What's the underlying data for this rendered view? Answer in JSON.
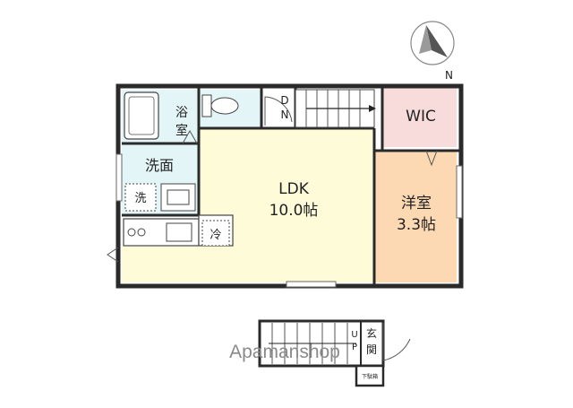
{
  "colors": {
    "ldk": "#fdfbd8",
    "western_room": "#fcd9b3",
    "wic": "#f8dcdc",
    "wet_areas": "#e4f5f8",
    "wall": "#2a2a2a",
    "compass_fill": "#555555"
  },
  "compass": {
    "north_label": "N",
    "icon": "compass-icon"
  },
  "rooms": {
    "bath_line1": "浴",
    "bath_line2": "室",
    "washroom": "洗面",
    "washer": "洗",
    "fridge": "冷",
    "ldk_name": "LDK",
    "ldk_size": "10.0帖",
    "western_name": "洋室",
    "western_size": "3.3帖",
    "wic": "WIC",
    "stair_down": "D\nN",
    "stair_up": "U\nP",
    "entrance_line1": "玄",
    "entrance_line2": "関",
    "shoe_box": "下駄箱"
  },
  "watermark": "Apamanshop",
  "icons": [
    "compass-icon",
    "bathtub-icon",
    "toilet-icon",
    "sink-icon",
    "stove-icon",
    "stair-arrow-icon",
    "door-swing-icon"
  ]
}
